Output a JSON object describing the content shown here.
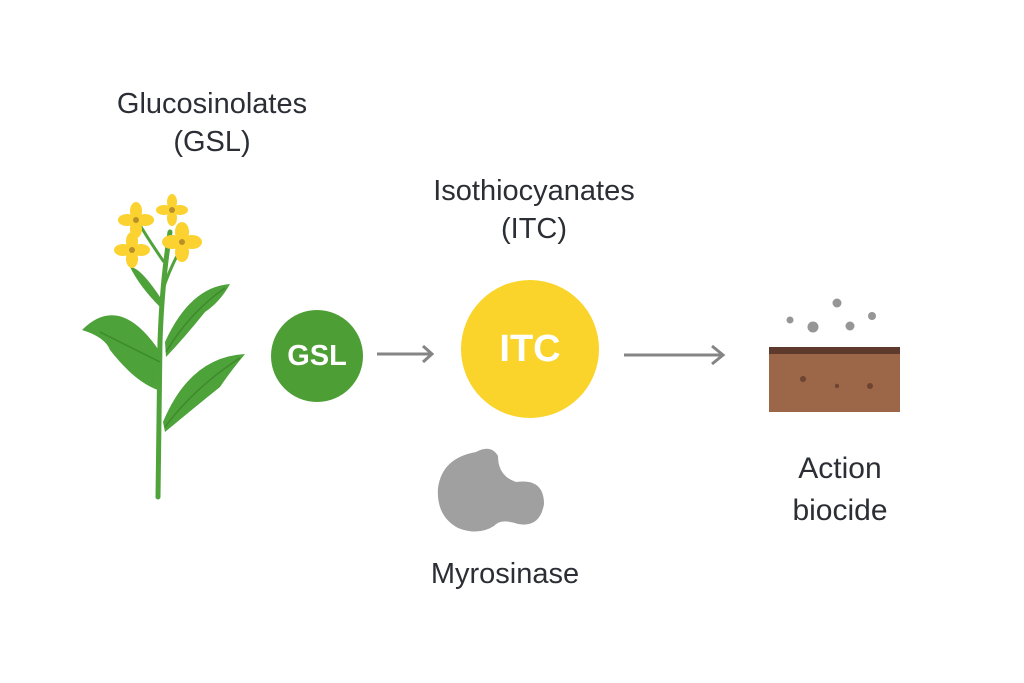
{
  "diagram": {
    "nodes": {
      "glucosinolates": {
        "title": "Glucosinolates",
        "abbr": "(GSL)"
      },
      "gsl_badge": {
        "label": "GSL",
        "color": "#4e9e36"
      },
      "isothiocyanates": {
        "title": "Isothiocyanates",
        "abbr": "(ITC)"
      },
      "itc_badge": {
        "label": "ITC",
        "color": "#fad42a"
      },
      "myrosinase": {
        "label": "Myrosinase",
        "color": "#a0a0a0"
      },
      "biocide": {
        "line1": "Action",
        "line2": "biocide",
        "soil_color": "#9b6748",
        "soil_top_color": "#5e3a2c"
      }
    },
    "icons": {
      "plant": "rapeseed-plant-icon",
      "enzyme": "myrosinase-enzyme-icon",
      "soil": "soil-fumigation-icon"
    },
    "arrow_color": "#858585",
    "text_color": "#2b2e34"
  }
}
